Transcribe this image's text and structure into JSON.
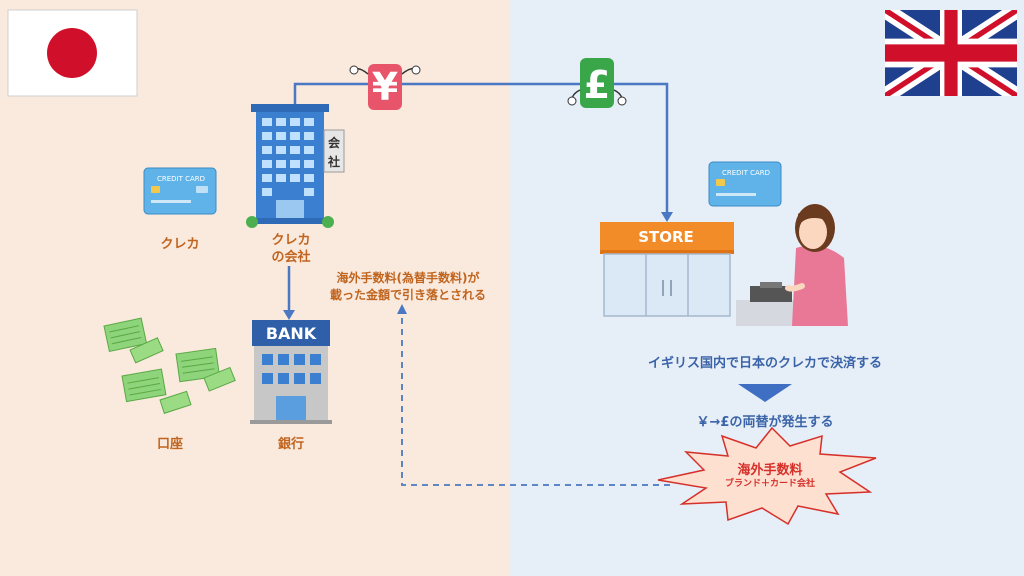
{
  "labels": {
    "card": "クレカ",
    "company_line1": "クレカ",
    "company_line2": "の会社",
    "account": "口座",
    "bank": "銀行",
    "fee_note_line1": "海外手数料(為替手数料)が",
    "fee_note_line2": "載った金額で引き落とされる",
    "domestic_payment": "イギリス国内で日本のクレカで決済する",
    "exchange": "￥→£の両替が発生する",
    "burst_title": "海外手数料",
    "burst_sub": "ブランド＋カード会社"
  },
  "illustrations": {
    "card_text": "CREDIT CARD",
    "building_sign_1": "会",
    "building_sign_2": "社",
    "bank_sign": "BANK",
    "store_sign": "STORE",
    "yen_symbol": "¥",
    "pound_symbol": "£"
  },
  "colors": {
    "left_bg": "#fae9dd",
    "right_bg": "#e6eef7",
    "label_orange": "#c0651f",
    "label_blue": "#3a63a8",
    "arrow_blue": "#4a78c2",
    "yen_red": "#e8546a",
    "pound_green": "#3aa64a",
    "burst_red": "#d6302a"
  }
}
